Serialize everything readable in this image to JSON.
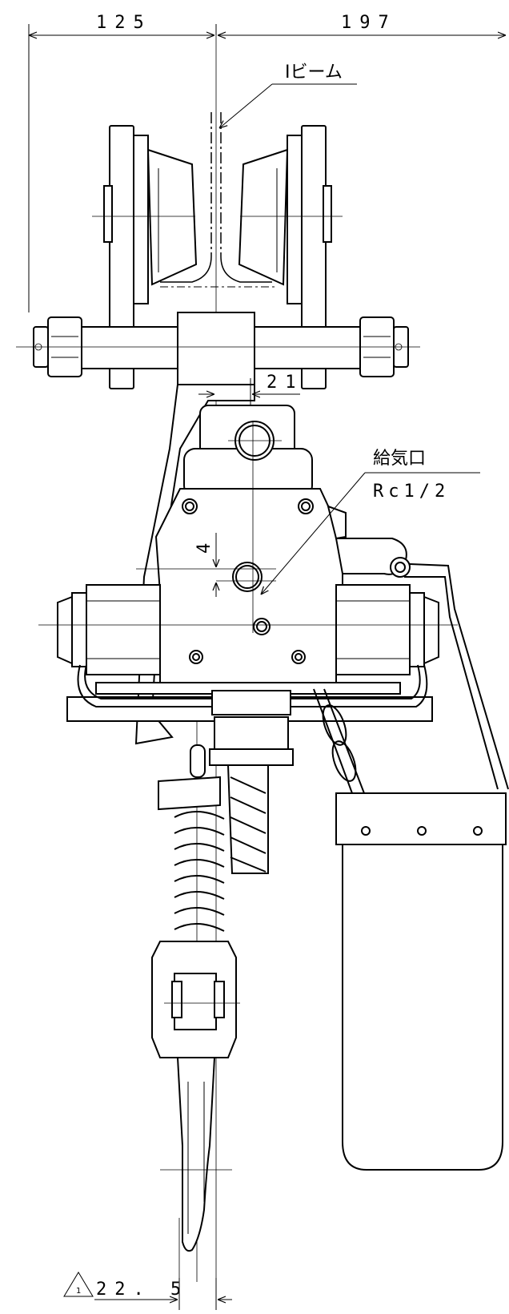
{
  "dimensions": {
    "left_width": "125",
    "right_width": "197",
    "offset_21": "21",
    "offset_4": "4",
    "bottom_width": "22. 5",
    "revision_mark": "1"
  },
  "callouts": {
    "beam": "Iビーム",
    "air_inlet": "給気口",
    "air_inlet_thread": "Rc1/2"
  },
  "colors": {
    "line": "#000000",
    "background": "#ffffff",
    "pulley_fill": "#ffffff"
  }
}
